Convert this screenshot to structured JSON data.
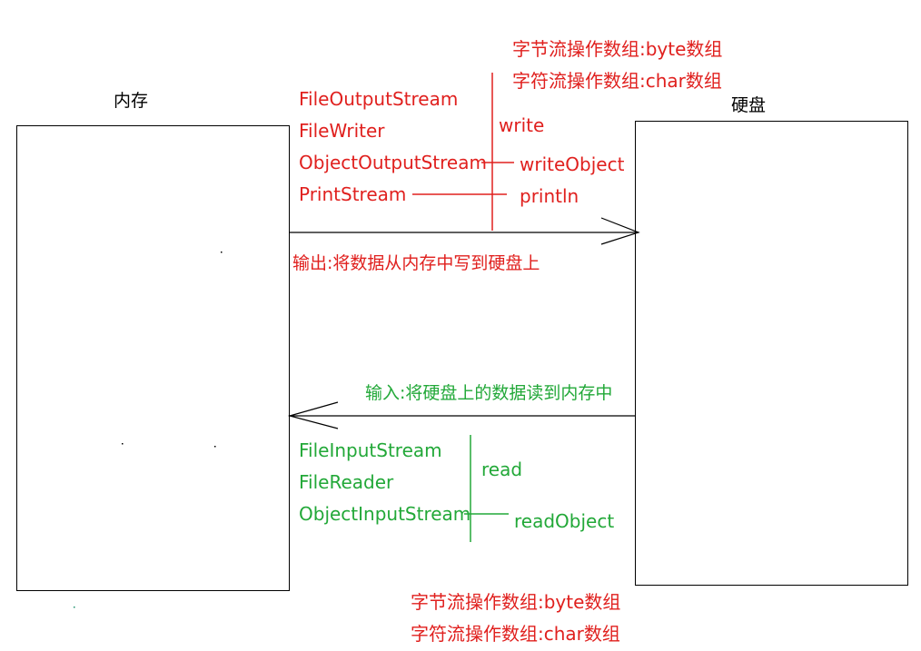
{
  "memory": {
    "label": "内存"
  },
  "disk": {
    "label": "硬盘"
  },
  "output": {
    "top_note_line1": "字节流操作数组:byte数组",
    "top_note_line2": "字符流操作数组:char数组",
    "classes": [
      "FileOutputStream",
      "FileWriter",
      "ObjectOutputStream",
      "PrintStream"
    ],
    "methods": [
      "write",
      "writeObject",
      "println"
    ],
    "caption": "输出:将数据从内存中写到硬盘上"
  },
  "input": {
    "caption": "输入:将硬盘上的数据读到内存中",
    "classes": [
      "FileInputStream",
      "FileReader",
      "ObjectInputStream"
    ],
    "methods": [
      "read",
      "readObject"
    ],
    "bottom_note_line1": "字节流操作数组:byte数组",
    "bottom_note_line2": "字符流操作数组:char数组"
  },
  "colors": {
    "output": "#e0201e",
    "input": "#22a838",
    "lines": "#000000"
  }
}
